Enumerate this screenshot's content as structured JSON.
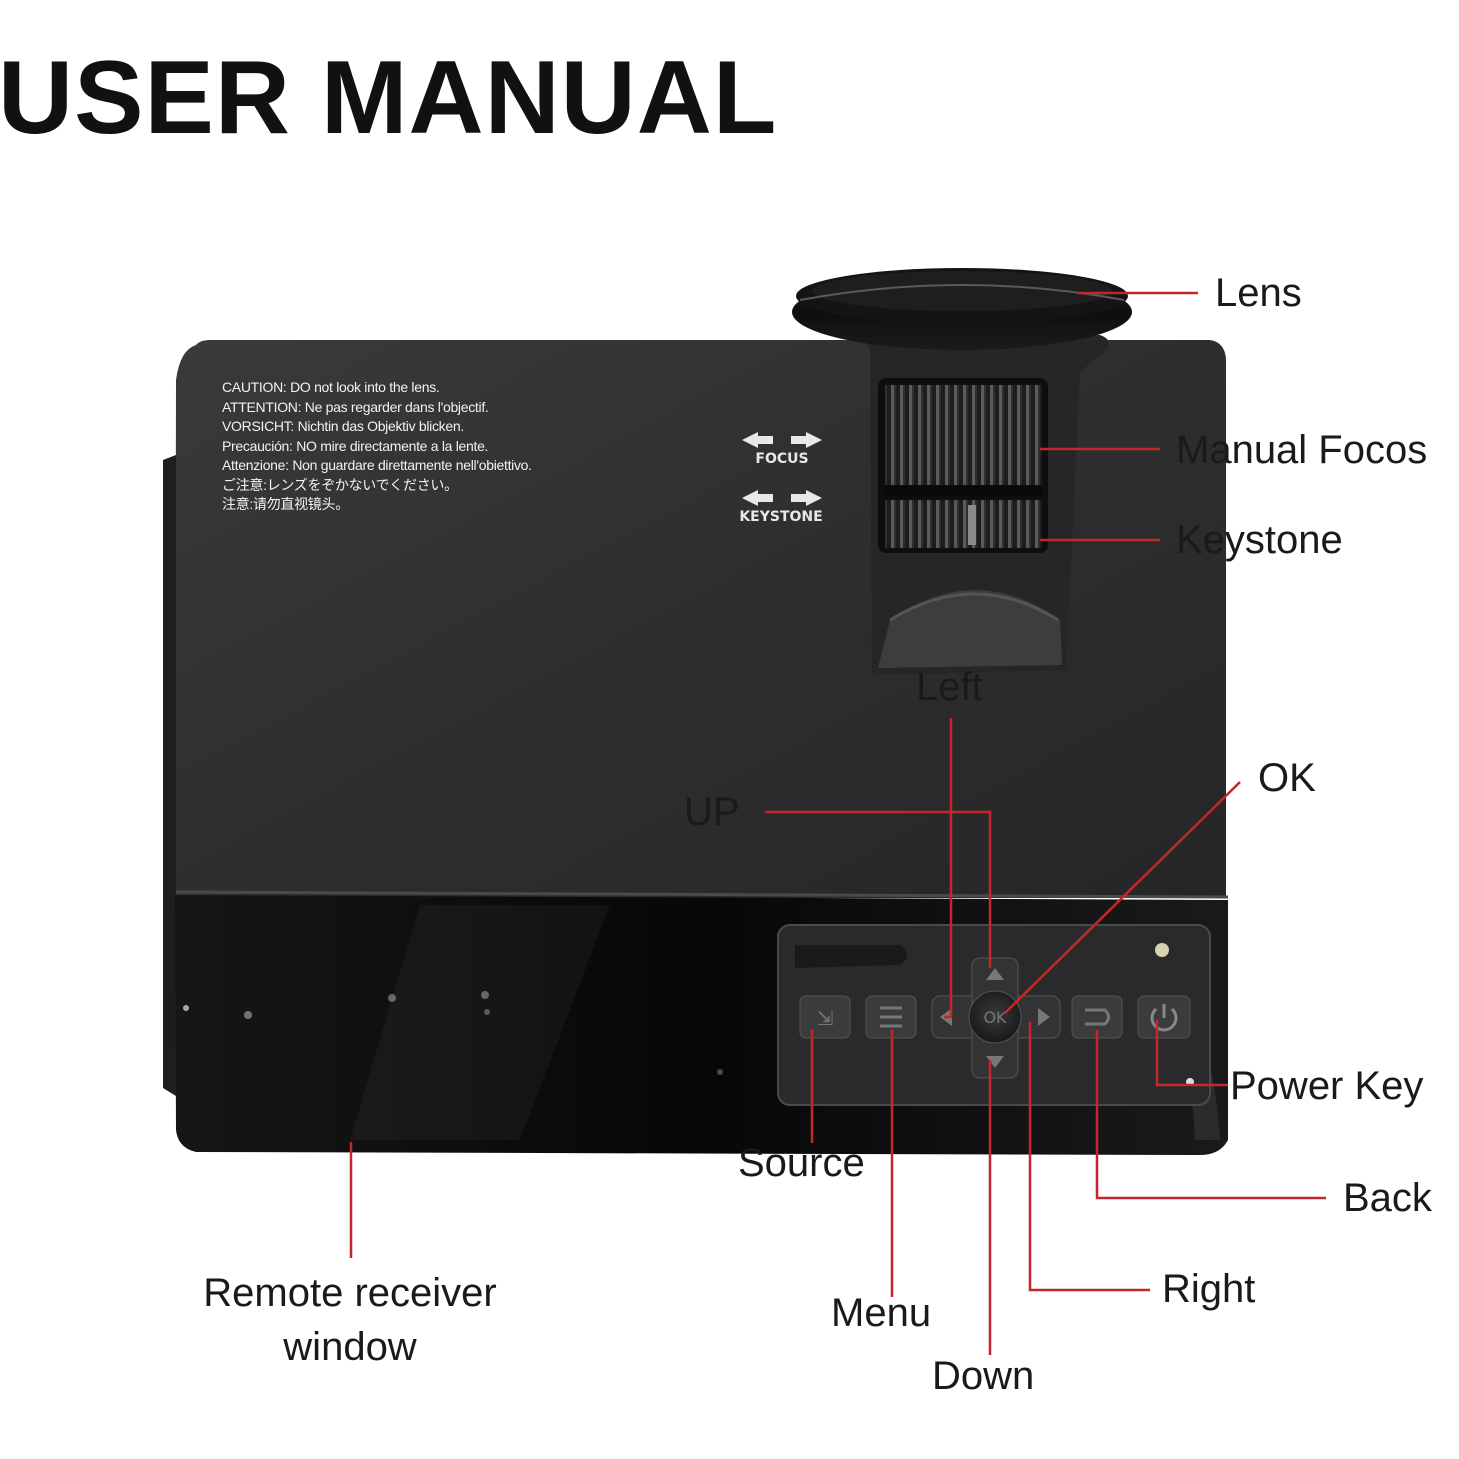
{
  "title": "USER MANUAL",
  "caution_lines": [
    "CAUTION: DO not look into the lens.",
    "ATTENTION: Ne pas regarder dans l'objectif.",
    "VORSICHT: Nichtin das Objektiv blicken.",
    "Precaución: NO mire directamente a la lente.",
    "Attenzione: Non guardare direttamente nell'obiettivo.",
    "ご注意:レンズをぞかないでください。",
    "注意:请勿直视镜头。"
  ],
  "body_markings": {
    "focus": "FOCUS",
    "keystone": "KEYSTONE"
  },
  "callouts": {
    "lens": "Lens",
    "manual_focus": "Manual Focos",
    "keystone": "Keystone",
    "left": "Left",
    "ok": "OK",
    "up": "UP",
    "power_key": "Power Key",
    "source": "Source",
    "back": "Back",
    "remote_receiver_line1": "Remote receiver",
    "remote_receiver_line2": "window",
    "menu": "Menu",
    "right": "Right",
    "down": "Down"
  },
  "colors": {
    "leader_line": "#c4262e",
    "projector_body": "#2b2b2b",
    "front_panel": "#0c0c0c"
  },
  "icons": [
    "source-icon",
    "menu-icon",
    "left-arrow-icon",
    "ok-icon",
    "right-arrow-icon",
    "up-arrow-icon",
    "down-arrow-icon",
    "back-icon",
    "power-icon"
  ]
}
